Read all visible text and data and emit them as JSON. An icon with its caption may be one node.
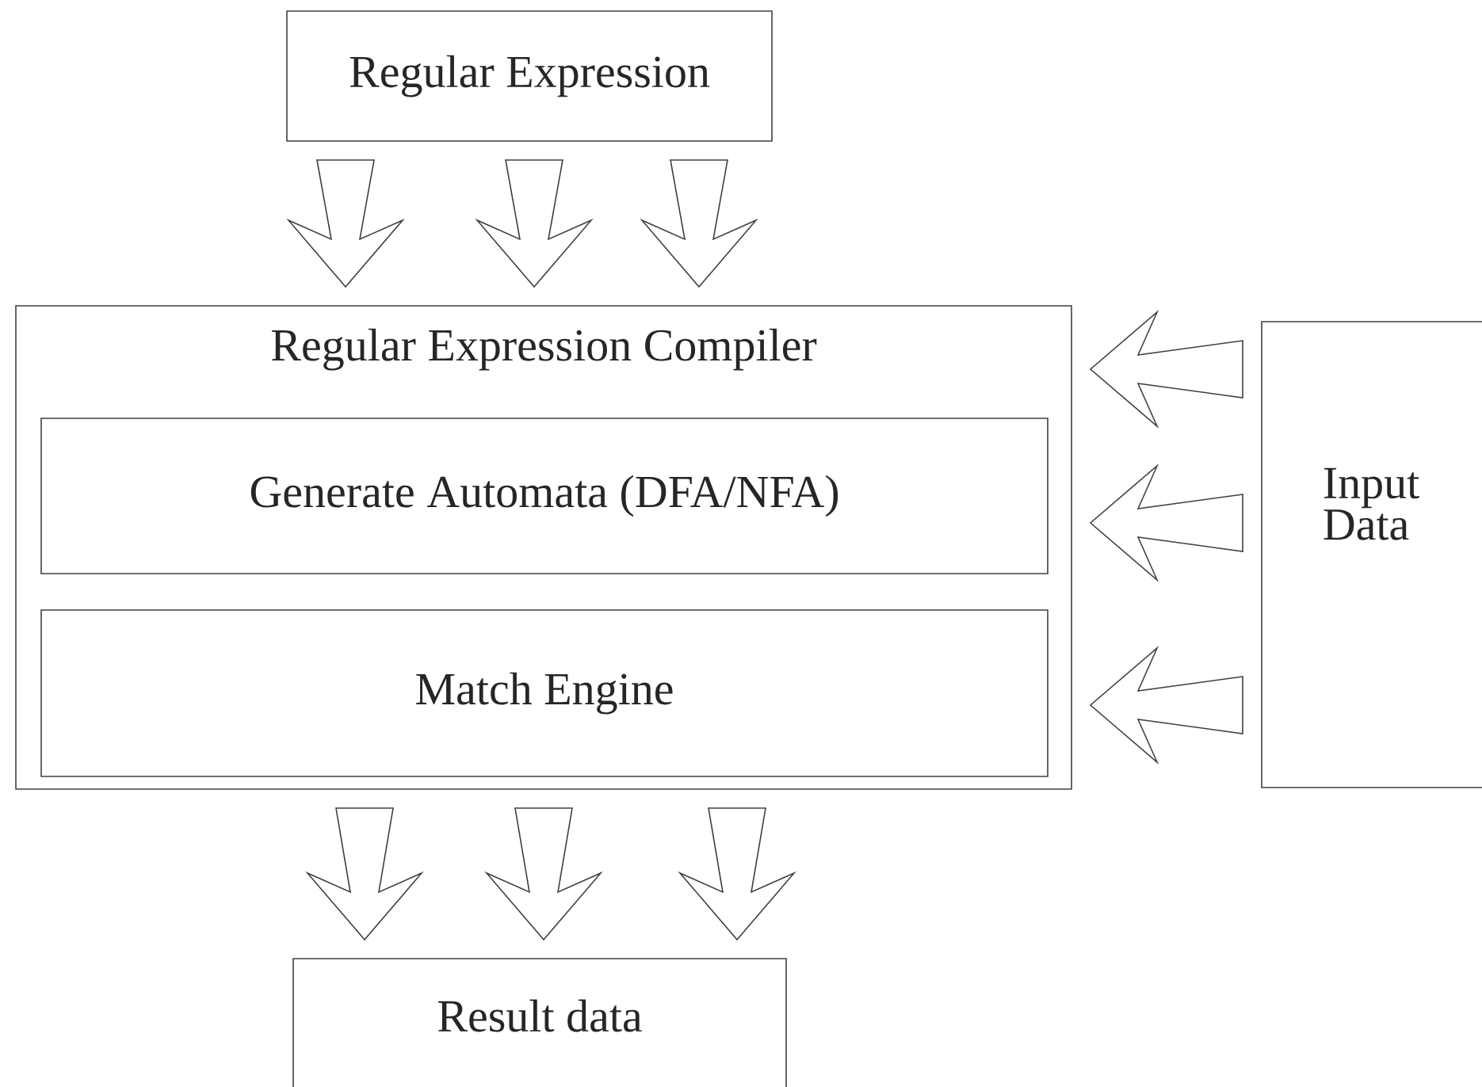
{
  "diagram": {
    "nodes": [
      {
        "text": [
          "Regular Expression"
        ]
      },
      {
        "text": [
          "Regular Expression Compiler"
        ]
      },
      {
        "text": [
          "Generate Automata (DFA/NFA)"
        ],
        "in": 1
      },
      {
        "text": [
          "Match Engine"
        ],
        "in": 1
      },
      {
        "text": [
          "Input Data"
        ]
      },
      {
        "text": [
          "Result data"
        ]
      }
    ],
    "edges": [
      {
        "from": 0,
        "to": 1,
        "arrow": "to"
      },
      {
        "from": 0,
        "to": 1,
        "arrow": "to"
      },
      {
        "from": 0,
        "to": 1,
        "arrow": "to"
      },
      {
        "from": 4,
        "to": 1,
        "arrow": "to"
      },
      {
        "from": 4,
        "to": 1,
        "arrow": "to"
      },
      {
        "from": 4,
        "to": 1,
        "arrow": "to"
      },
      {
        "from": 1,
        "to": 5,
        "arrow": "to"
      },
      {
        "from": 1,
        "to": 5,
        "arrow": "to"
      },
      {
        "from": 1,
        "to": 5,
        "arrow": "to"
      }
    ]
  }
}
